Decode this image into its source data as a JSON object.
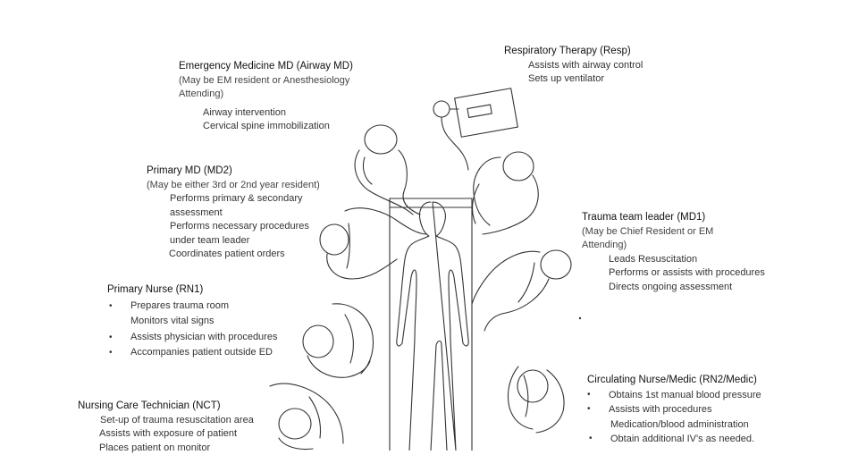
{
  "roles": {
    "resp": {
      "title": "Respiratory Therapy (Resp)",
      "items": [
        "Assists with airway control",
        "Sets up ventilator"
      ]
    },
    "airway_md": {
      "title": "Emergency Medicine MD (Airway MD)",
      "note": [
        "(May be EM resident or Anesthesiology",
        "Attending)"
      ],
      "items": [
        "Airway intervention",
        "Cervical spine immobilization"
      ]
    },
    "md2": {
      "title": "Primary MD (MD2)",
      "note": "(May be either 3rd or 2nd year resident)",
      "items": [
        "Performs primary & secondary",
        "assessment",
        "Performs necessary procedures",
        "under team leader",
        "Coordinates patient orders"
      ]
    },
    "md1": {
      "title": "Trauma team leader (MD1)",
      "note": [
        "(May be Chief Resident or EM",
        "Attending)"
      ],
      "items": [
        "Leads Resuscitation",
        "Performs or assists with procedures",
        "Directs ongoing assessment"
      ]
    },
    "rn1": {
      "title": "Primary Nurse (RN1)",
      "items": [
        "Prepares trauma room",
        "Monitors vital signs",
        "Assists physician with procedures",
        "Accompanies patient outside ED"
      ]
    },
    "rn2": {
      "title": "Circulating Nurse/Medic (RN2/Medic)",
      "items": [
        "Obtains 1st manual blood pressure",
        "Assists with procedures",
        "Medication/blood administration",
        "Obtain additional IV's as needed."
      ]
    },
    "nct": {
      "title": "Nursing Care Technician (NCT)",
      "items": [
        "Set-up of trauma resuscitation area",
        "Assists with exposure of patient",
        "Places patient on monitor"
      ]
    }
  }
}
